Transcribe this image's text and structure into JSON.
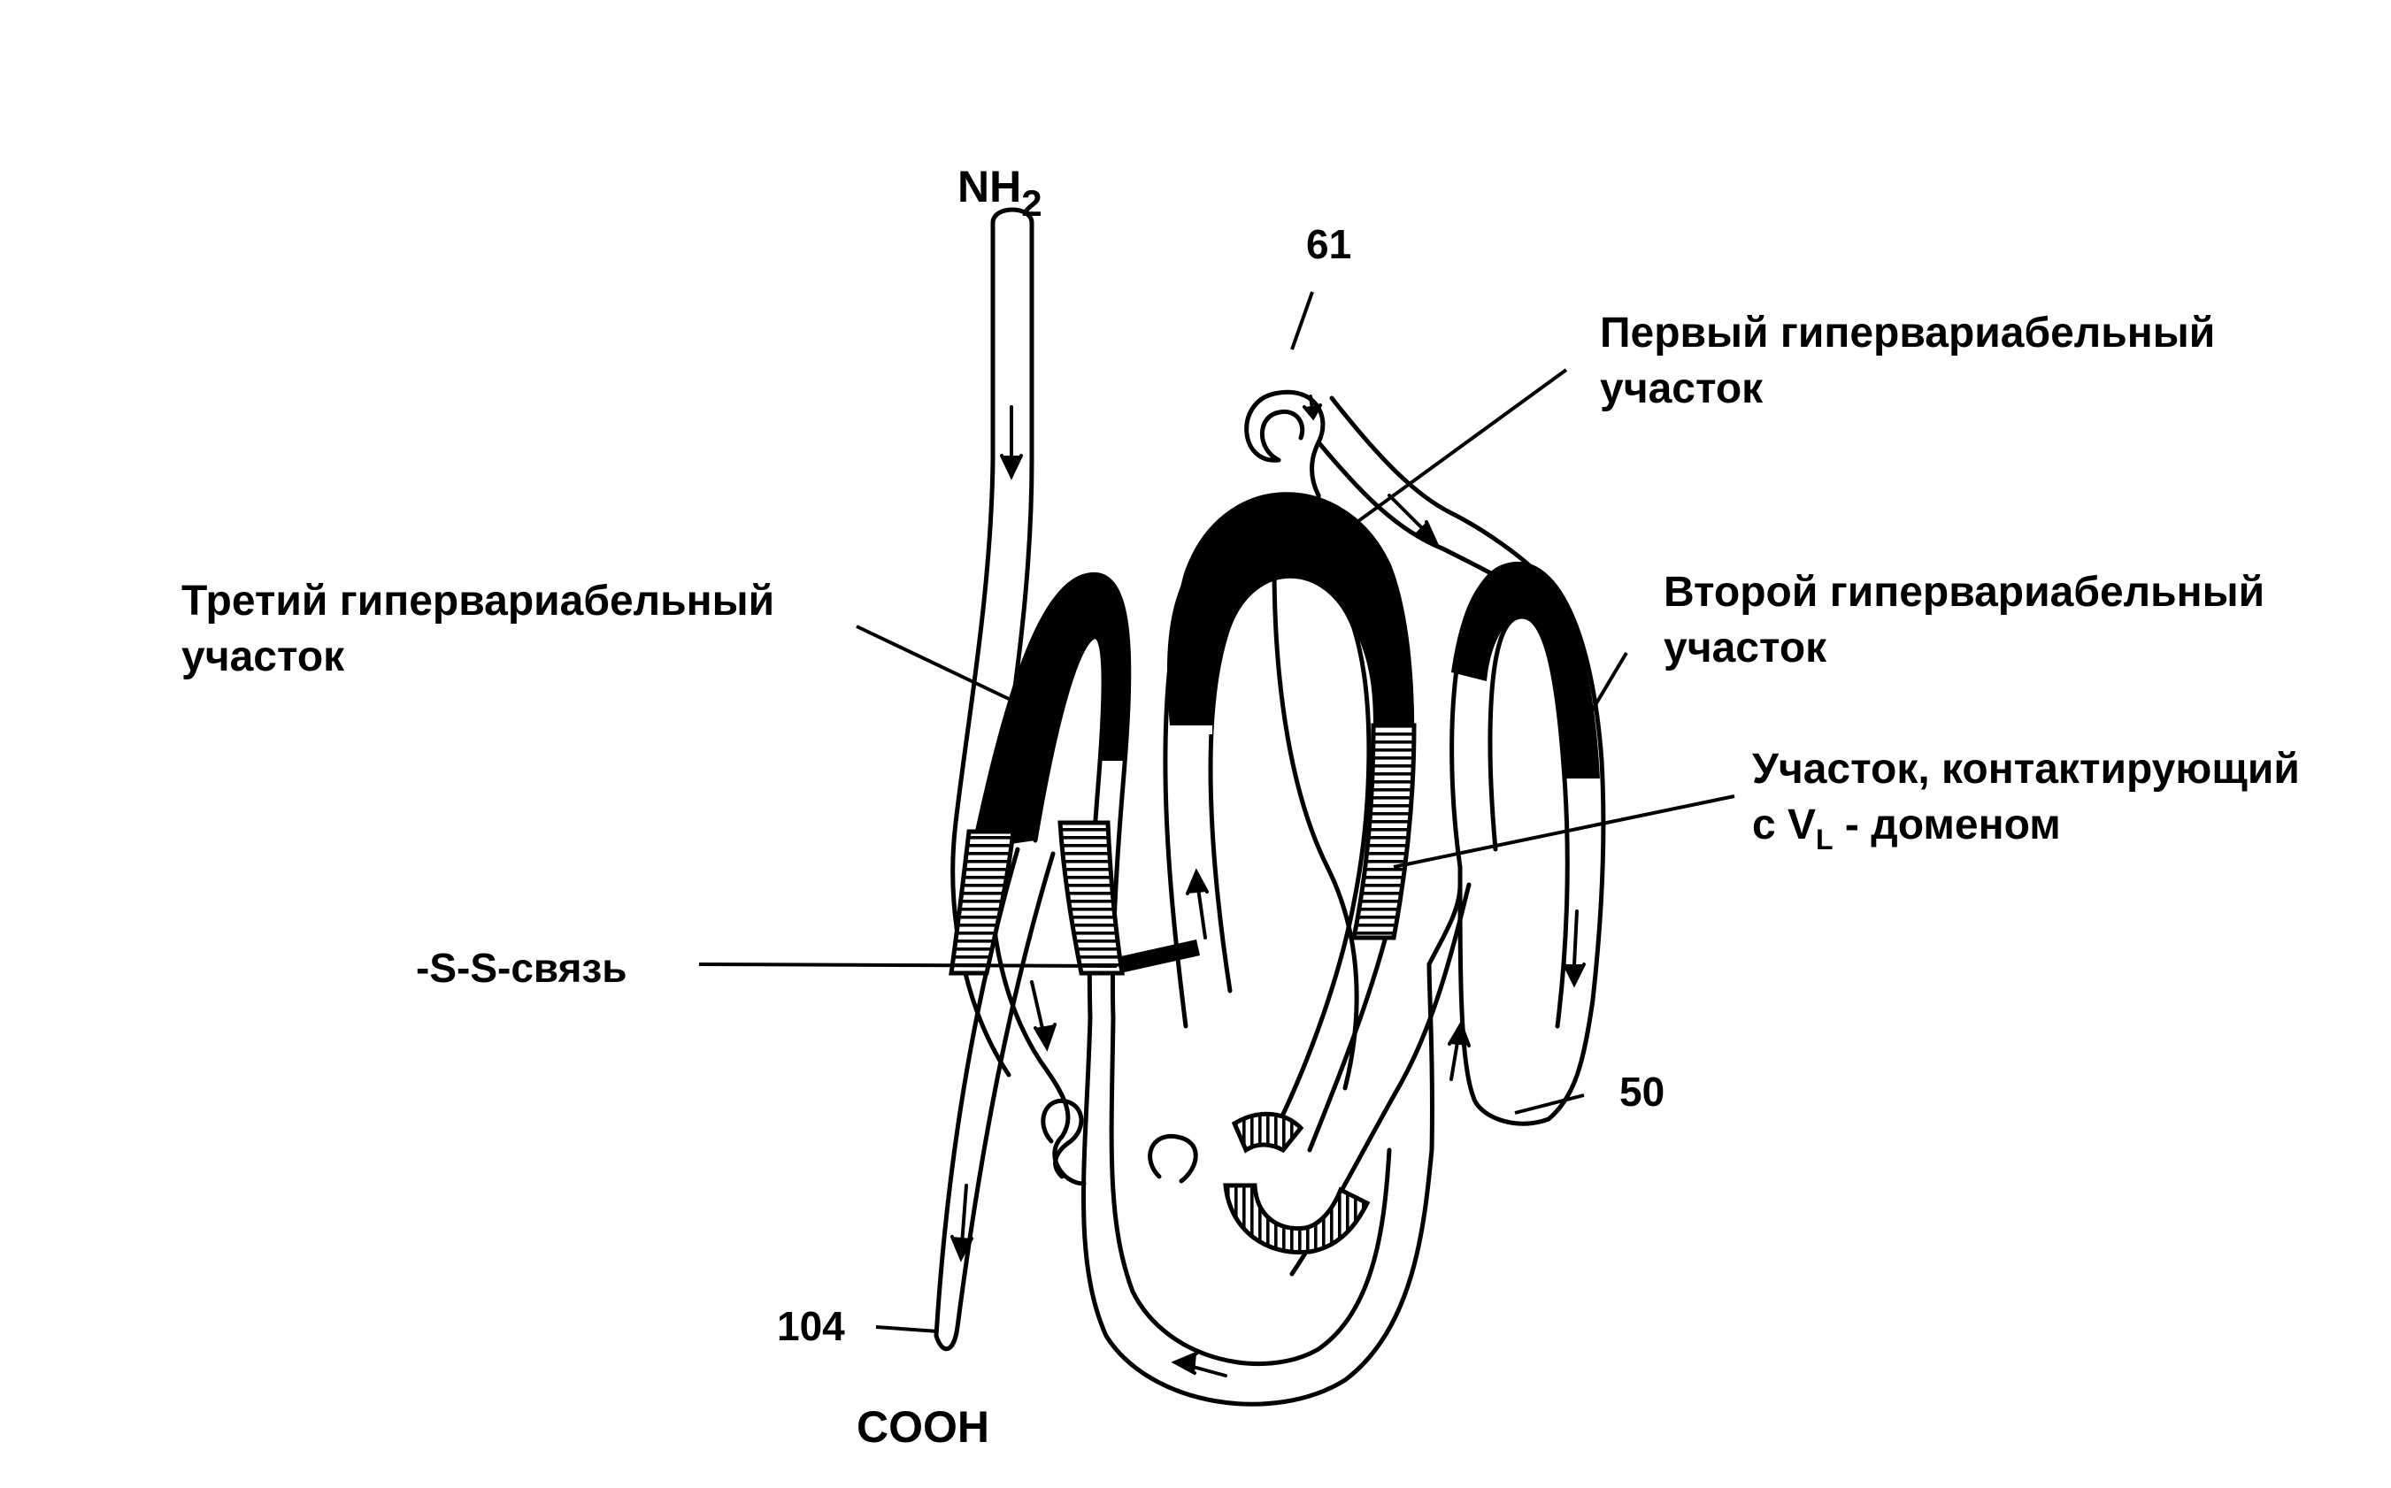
{
  "labels": {
    "nh2_main": "NH",
    "nh2_sub": "2",
    "cooh": "COOH",
    "res_61": "61",
    "res_50": "50",
    "res_104": "104",
    "first_hv_line1": "Первый гипервариабельный",
    "first_hv_line2": "участок",
    "second_hv_line1": "Второй гипервариабельный",
    "second_hv_line2": "участок",
    "third_hv_line1": "Третий гипервариабельный",
    "third_hv_line2": "участок",
    "contact_line1": "Участок, контактирующий",
    "contact_line2_pre": "с V",
    "contact_line2_sub": "L",
    "contact_line2_post": " - доменом",
    "ss_bond": "-S-S-связь"
  },
  "colors": {
    "ink": "#000000",
    "paper": "#ffffff"
  }
}
